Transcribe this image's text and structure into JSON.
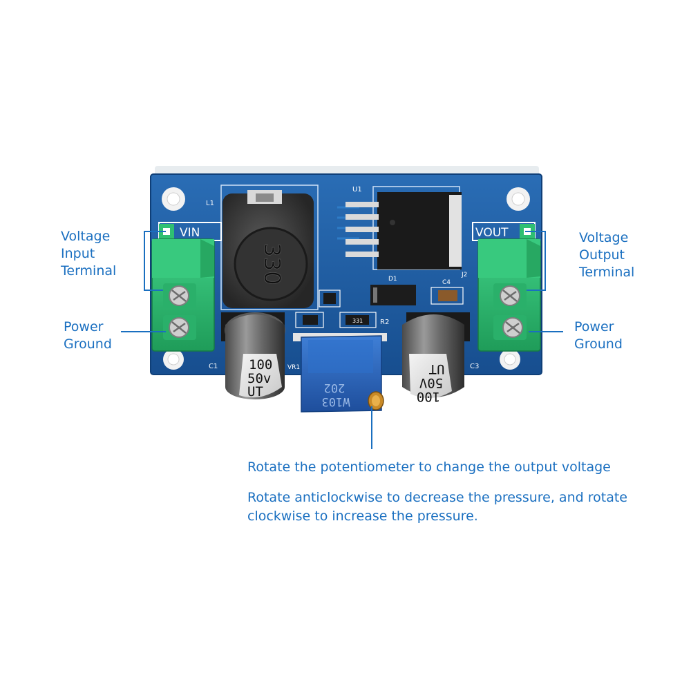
{
  "board": {
    "vin_label": "VIN",
    "vout_label": "VOUT",
    "inductor_marking": "330",
    "inductor_ref": "L1",
    "regulator_ref": "U1",
    "diode_ref": "D1",
    "cap_c1_ref": "C1",
    "cap_c3_ref": "C3",
    "cap_c4_ref": "C4",
    "jumper_ref": "J2",
    "resistor_r2_ref": "R2",
    "resistor_marking": "331",
    "pot_ref": "VR1",
    "pot_marking_top": "202",
    "pot_marking_bottom": "W103",
    "cap_left_lines": [
      "100",
      "50v",
      "UT"
    ],
    "cap_right_lines": [
      "UT",
      "50V",
      "100"
    ]
  },
  "annotations": {
    "vin_terminal": [
      "Voltage",
      "Input",
      "Terminal"
    ],
    "vin_ground": [
      "Power",
      "Ground"
    ],
    "vout_terminal": [
      "Voltage",
      "Output",
      "Terminal"
    ],
    "vout_ground": [
      "Power",
      "Ground"
    ],
    "pot_note": "Rotate the potentiometer to change the output voltage",
    "direction_note": [
      "Rotate anticlockwise to decrease the pressure, and rotate",
      "clockwise to increase the pressure."
    ]
  },
  "colors": {
    "accent": "#1a6fc0",
    "pcb": "#1e5fa6",
    "terminal": "#2fbf72"
  }
}
